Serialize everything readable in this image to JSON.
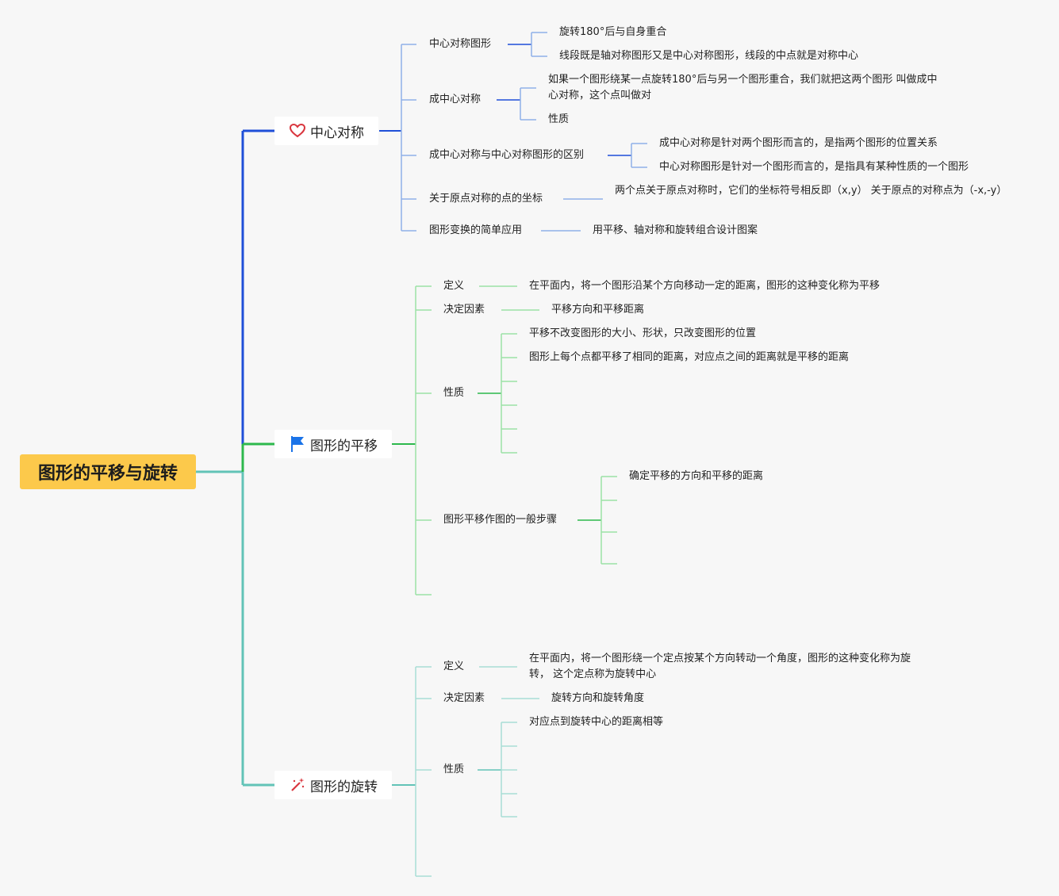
{
  "root": {
    "label": "图形的平移与旋转",
    "color": "#fcc94b"
  },
  "branches": [
    {
      "label": "中心对称",
      "icon": "heart-icon",
      "color": "#1f4fd8",
      "children": [
        {
          "label": "中心对称图形",
          "children": [
            "旋转180°后与自身重合",
            "线段既是轴对称图形又是中心对称图形，线段的中点就是对称中心"
          ]
        },
        {
          "label": "成中心对称",
          "children": [
            "如果一个图形绕某一点旋转180°后与另一个图形重合，我们就把这两个图形 叫做成中心对称，这个点叫做对",
            "性质"
          ]
        },
        {
          "label": "成中心对称与中心对称图形的区别",
          "children": [
            "成中心对称是针对两个图形而言的，是指两个图形的位置关系",
            "中心对称图形是针对一个图形而言的，是指具有某种性质的一个图形"
          ]
        },
        {
          "label": "关于原点对称的点的坐标",
          "children": [
            "两个点关于原点对称时，它们的坐标符号相反即（x,y） 关于原点的对称点为（-x,-y）"
          ]
        },
        {
          "label": "图形变换的简单应用",
          "children": [
            "用平移、轴对称和旋转组合设计图案"
          ]
        }
      ]
    },
    {
      "label": "图形的平移",
      "icon": "flag-icon",
      "color": "#2db84c",
      "children": [
        {
          "label": "定义",
          "children": [
            "在平面内，将一个图形沿某个方向移动一定的距离，图形的这种变化称为平移"
          ]
        },
        {
          "label": "决定因素",
          "children": [
            "平移方向和平移距离"
          ]
        },
        {
          "label": "性质",
          "children": [
            "平移不改变图形的大小、形状，只改变图形的位置",
            "图形上每个点都平移了相同的距离，对应点之间的距离就是平移的距离"
          ]
        },
        {
          "label": "图形平移作图的一般步骤",
          "children": [
            "确定平移的方向和平移的距离"
          ]
        }
      ]
    },
    {
      "label": "图形的旋转",
      "icon": "magic-wand-icon",
      "color": "#62c3b7",
      "children": [
        {
          "label": "定义",
          "children": [
            "在平面内，将一个图形绕一个定点按某个方向转动一个角度，图形的这种变化称为旋转， 这个定点称为旋转中心"
          ]
        },
        {
          "label": "决定因素",
          "children": [
            "旋转方向和旋转角度"
          ]
        },
        {
          "label": "性质",
          "children": [
            "对应点到旋转中心的距离相等"
          ]
        }
      ]
    }
  ],
  "colors": {
    "blue_light": "#8fb0e8",
    "green_light": "#9be2a6",
    "teal_light": "#a8ddd6",
    "heart": "#d9363e",
    "flag": "#1a73e8",
    "wand": "#d9363e"
  }
}
